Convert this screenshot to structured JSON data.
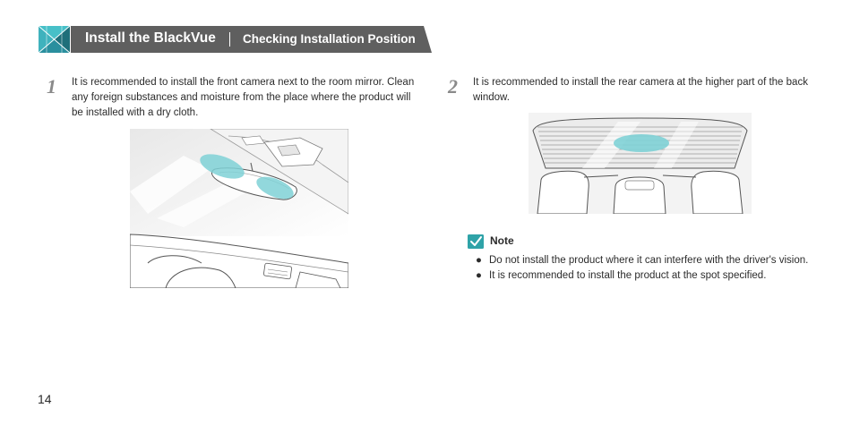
{
  "header": {
    "logo_icon": "blackvue-logo-icon",
    "title": "Install the BlackVue",
    "subtitle": "Checking Installation Position"
  },
  "steps": [
    {
      "number": "1",
      "text": "It is recommended to install the front camera next to the room mirror. Clean any foreign substances and moisture from the place where the product will be installed with a dry cloth.",
      "illustration": "windshield-mirror-illustration"
    },
    {
      "number": "2",
      "text": "It is recommended to install the rear camera at the higher part of the back window.",
      "illustration": "rear-window-illustration"
    }
  ],
  "note": {
    "icon": "check-icon",
    "title": "Note",
    "items": [
      "Do not install the product where it can interfere with the driver's vision.",
      "It is recommended to install the product at the spot specified."
    ]
  },
  "colors": {
    "header_bar": "#5f5f5f",
    "logo_teal": "#2a8f9e",
    "highlight": "#7fd1d6",
    "note_check": "#2fa3a8"
  },
  "page_number": "14"
}
